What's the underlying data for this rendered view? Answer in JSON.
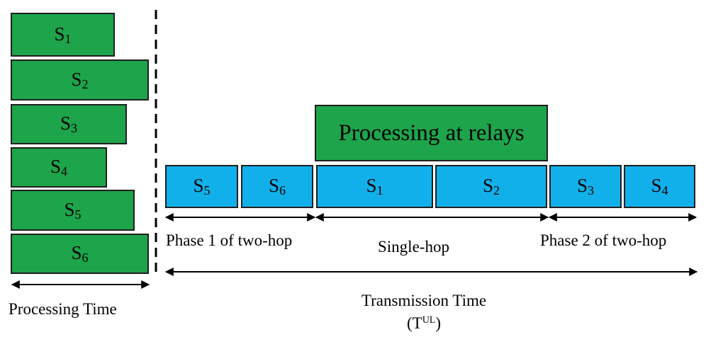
{
  "processing_bars": [
    {
      "base": "S",
      "sub": "1"
    },
    {
      "base": "S",
      "sub": "2"
    },
    {
      "base": "S",
      "sub": "3"
    },
    {
      "base": "S",
      "sub": "4"
    },
    {
      "base": "S",
      "sub": "5"
    },
    {
      "base": "S",
      "sub": "6"
    }
  ],
  "processing_time_label": "Processing Time",
  "relay_box_label": "Processing at relays",
  "transmission_slots": [
    {
      "base": "S",
      "sub": "5"
    },
    {
      "base": "S",
      "sub": "6"
    },
    {
      "base": "S",
      "sub": "1"
    },
    {
      "base": "S",
      "sub": "2"
    },
    {
      "base": "S",
      "sub": "3"
    },
    {
      "base": "S",
      "sub": "4"
    }
  ],
  "phase_labels": {
    "phase1": "Phase 1 of two-hop",
    "single": "Single-hop",
    "phase2": "Phase 2 of two-hop"
  },
  "transmission_time": {
    "line1": "Transmission Time",
    "open": "(T",
    "sup": "UL",
    "close": ")"
  },
  "colors": {
    "processing_green": "#1ea44b",
    "transmission_blue": "#12b0ea"
  }
}
